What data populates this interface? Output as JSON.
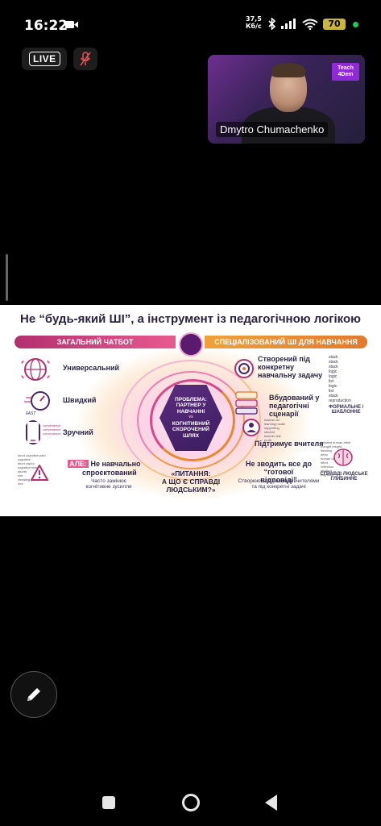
{
  "status_bar": {
    "time": "16:22",
    "net_speed_top": "37,5",
    "net_speed_unit": "Кб/с",
    "battery": "70",
    "battery_color": "#c9b63a"
  },
  "call": {
    "live_label": "LIVE",
    "participant_name": "Dmytro Chumachenko",
    "logo_text_line1": "Teach",
    "logo_text_line2": "4Dem"
  },
  "slide": {
    "title": "Не “будь-який ШІ”, а інструмент із педагогічною логікою",
    "left_header": "ЗАГАЛЬНИЙ ЧАТБОТ",
    "right_header": "СПЕЦІАЛІЗОВАНИЙ ШІ ДЛЯ НАВЧАННЯ",
    "left_items": [
      "Универсальний",
      "Швидкий",
      "Зручний"
    ],
    "fast_label": "FAST",
    "convenience_words": [
      "convenience",
      "convenience",
      "convenience"
    ],
    "short_path_words": [
      "short cognitive path",
      "cognitive",
      "short copiol",
      "cognitive shorte",
      "shorte",
      "che",
      "cheating",
      "cha"
    ],
    "but_label": "АЛЕ:",
    "but_text_1": "Не навчально",
    "but_text_2": "спроєктований",
    "but_sub_1": "Часто замінює",
    "but_sub_2": "когнітивне зусилля",
    "center_line1": "ПРОБЛЕМА:",
    "center_line2": "ПАРТНЕР У",
    "center_line3": "НАВЧАННІ",
    "center_line4": "vs",
    "center_line5": "КОГНІТИВНИЙ",
    "center_line6": "СКОРОЧЕНИЙ",
    "center_line7": "ШЛЯХ",
    "question_1": "«ПИТАННЯ:",
    "question_2": "А ЩО Є СПРАВДІ",
    "question_3": "ЛЮДСЬКИМ?»",
    "right_items": [
      [
        "Створений під",
        "конкретну",
        "навчальну задачу"
      ],
      [
        "Вбудований у",
        "педагогічні",
        "сценарії"
      ],
      [
        "Підтримує вчителя"
      ]
    ],
    "stack_words": [
      "stack",
      "stack",
      "stack",
      "logic",
      "logic",
      "list",
      "logic",
      "list",
      "stack",
      "reproduction"
    ],
    "template_words": [
      "ФОРМАЛЬНЕ /",
      "ШАБЛОННЕ"
    ],
    "teacher_words": [
      "teacher tel",
      "learning model",
      "supporting",
      "student",
      "teacher tele",
      "profe"
    ],
    "not_reduce_1": "Не зводить все до",
    "not_reduce_2": "“готової відповіді”",
    "not_reduce_sub_1": "Створюються разом із вчителями",
    "not_reduce_sub_2": "та під конкретні задачі",
    "human_words": [
      "detailed human effort",
      "thought insight",
      "thinking",
      "deep",
      "human deep",
      "effort",
      "reflection",
      "intuition",
      "cognition"
    ],
    "human_1": "СПРАВДІ ЛЮДСЬКЕ",
    "human_2": "ГЛИБИННЕ"
  },
  "colors": {
    "pink": "#e85a8f",
    "orange": "#e27a2b",
    "purple": "#4a2370"
  }
}
